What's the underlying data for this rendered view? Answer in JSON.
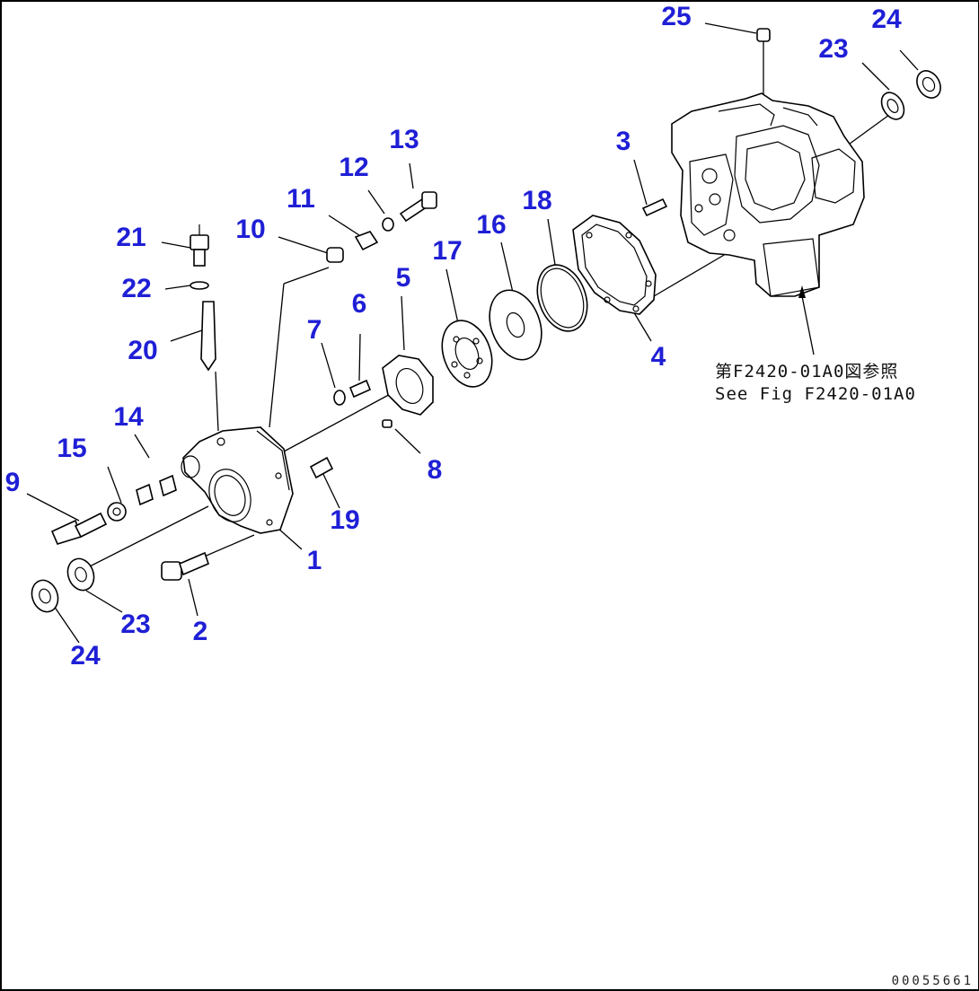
{
  "callouts": [
    {
      "id": "1",
      "text": "1"
    },
    {
      "id": "2",
      "text": "2"
    },
    {
      "id": "3",
      "text": "3"
    },
    {
      "id": "4",
      "text": "4"
    },
    {
      "id": "5",
      "text": "5"
    },
    {
      "id": "6",
      "text": "6"
    },
    {
      "id": "7",
      "text": "7"
    },
    {
      "id": "8",
      "text": "8"
    },
    {
      "id": "9",
      "text": "9"
    },
    {
      "id": "10",
      "text": "10"
    },
    {
      "id": "11",
      "text": "11"
    },
    {
      "id": "12",
      "text": "12"
    },
    {
      "id": "13",
      "text": "13"
    },
    {
      "id": "14",
      "text": "14"
    },
    {
      "id": "15",
      "text": "15"
    },
    {
      "id": "16",
      "text": "16"
    },
    {
      "id": "17",
      "text": "17"
    },
    {
      "id": "18",
      "text": "18"
    },
    {
      "id": "19",
      "text": "19"
    },
    {
      "id": "20",
      "text": "20"
    },
    {
      "id": "21",
      "text": "21"
    },
    {
      "id": "22",
      "text": "22"
    },
    {
      "id": "23a",
      "text": "23"
    },
    {
      "id": "23b",
      "text": "23"
    },
    {
      "id": "24a",
      "text": "24"
    },
    {
      "id": "24b",
      "text": "24"
    },
    {
      "id": "25",
      "text": "25"
    }
  ],
  "reference_note": {
    "japanese": "第F2420-01A0図参照",
    "english": "See Fig F2420-01A0"
  },
  "figure_number": "00055661",
  "colors": {
    "callout": "#1f1fd6",
    "line": "#000000",
    "background": "#ffffff"
  }
}
